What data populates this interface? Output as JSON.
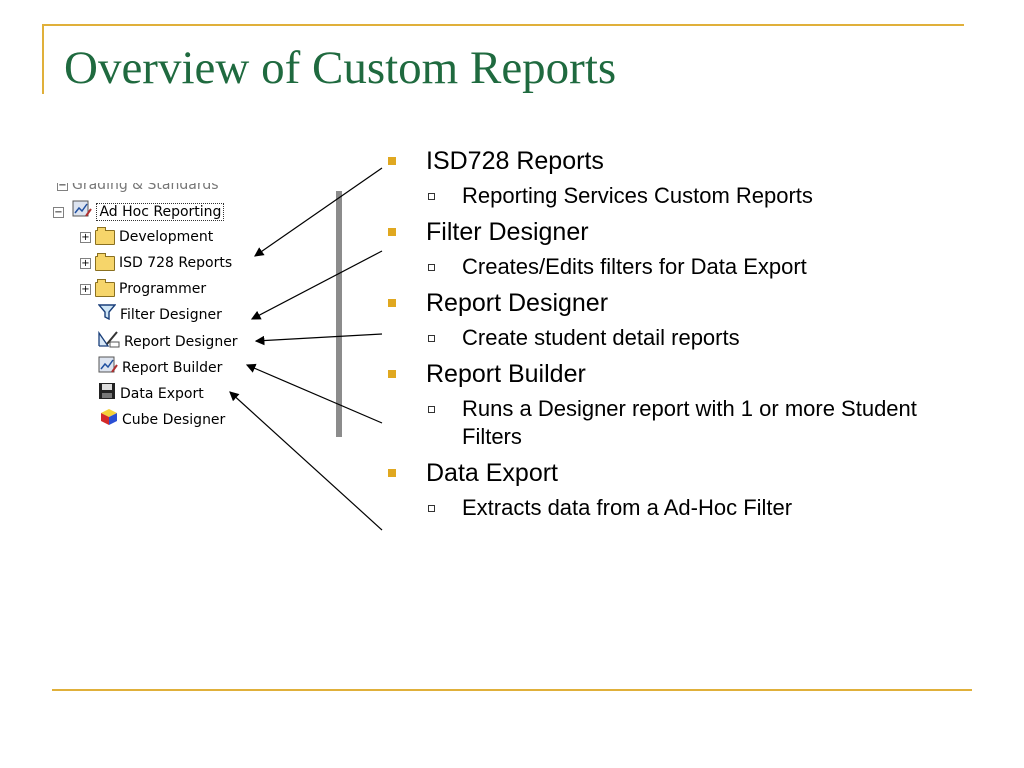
{
  "title": "Overview of Custom Reports",
  "bullets": [
    {
      "label": "ISD728 Reports",
      "sub": [
        "Reporting Services Custom Reports"
      ]
    },
    {
      "label": "Filter Designer",
      "sub": [
        "Creates/Edits filters for Data Export"
      ]
    },
    {
      "label": "Report Designer",
      "sub": [
        "Create student detail reports"
      ]
    },
    {
      "label": "Report Builder",
      "sub": [
        "Runs a Designer report with 1 or more Student Filters"
      ]
    },
    {
      "label": "Data Export",
      "sub": [
        "Extracts data from a Ad-Hoc Filter"
      ]
    }
  ],
  "tree": {
    "partial_top": "Grading & Standards",
    "root": "Ad Hoc Reporting",
    "folders": [
      "Development",
      "ISD 728 Reports",
      "Programmer"
    ],
    "tools": [
      "Filter Designer",
      "Report Designer",
      "Report Builder",
      "Data Export",
      "Cube Designer"
    ]
  },
  "colors": {
    "title": "#1f6a3f",
    "accent": "#e0b03a",
    "bullet": "#e0a820"
  }
}
